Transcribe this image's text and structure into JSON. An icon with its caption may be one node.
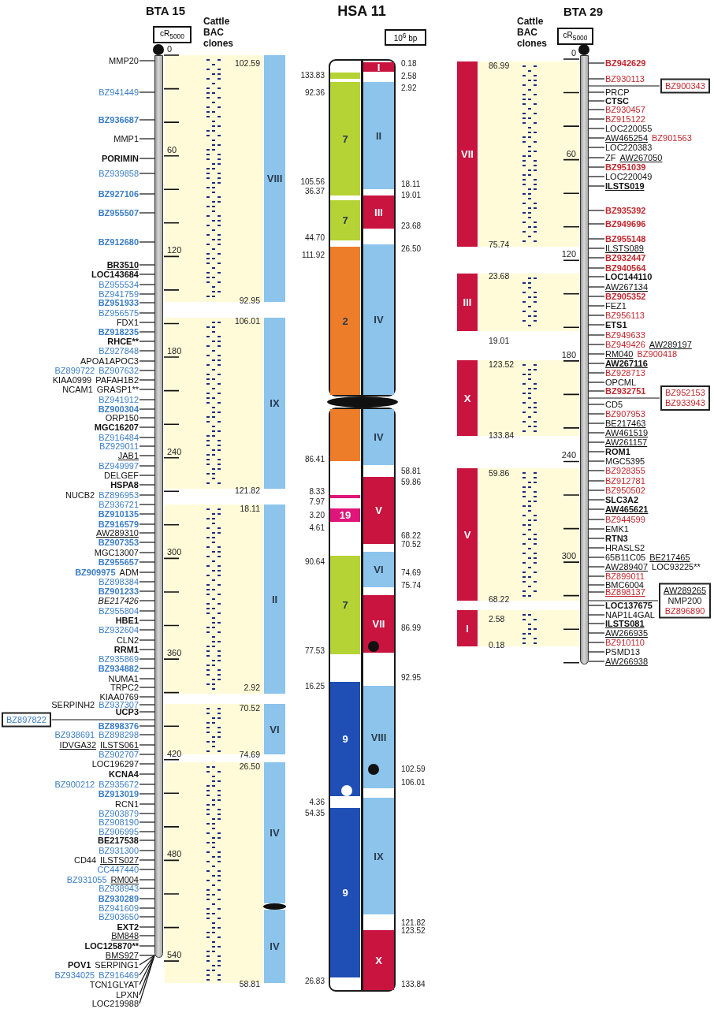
{
  "diagram": {
    "nodes": [
      {
        "text": [
          "cR$_{5000}$"
        ]
      },
      {
        "text": [],
        "shape": "bar"
      },
      {
        "text": [
          "MMP20"
        ]
      },
      {
        "text": [
          "BZ941449"
        ]
      },
      {
        "text": [
          "BZ936687"
        ]
      },
      {
        "text": [
          "MMP1"
        ]
      },
      {
        "text": [
          "PORIMIN"
        ]
      },
      {
        "text": [
          "BZ939858"
        ]
      },
      {
        "text": [
          "BZ927106"
        ]
      },
      {
        "text": [
          "BZ955507"
        ]
      },
      {
        "text": [
          "BZ912680"
        ]
      },
      {
        "text": [
          "BR3510"
        ]
      },
      {
        "text": [
          "LOC143684"
        ]
      },
      {
        "text": [
          "BZ955534"
        ]
      },
      {
        "text": [
          "BZ941759"
        ]
      },
      {
        "text": [
          "BZ951933"
        ]
      },
      {
        "text": [
          "BZ956575"
        ]
      },
      {
        "text": [
          "FDX1"
        ]
      },
      {
        "text": [
          "BZ918235"
        ]
      },
      {
        "text": [
          "RHCE**"
        ]
      },
      {
        "text": [
          "BZ927848"
        ]
      },
      {
        "text": [
          "APOA1APOC3"
        ]
      },
      {
        "text": [
          "BZ899722",
          "BZ907632"
        ]
      },
      {
        "text": [
          "KIAA0999",
          "PAFAH1B2"
        ]
      },
      {
        "text": [
          "NCAM1",
          "GRASP1**"
        ]
      },
      {
        "text": [
          "BZ941912"
        ]
      },
      {
        "text": [
          "BZ900304"
        ]
      },
      {
        "text": [
          "ORP150"
        ]
      },
      {
        "text": [
          "MGC16207"
        ]
      },
      {
        "text": [
          "BZ916484"
        ]
      },
      {
        "text": [
          "BZ929011"
        ]
      },
      {
        "text": [
          "JAB1"
        ]
      },
      {
        "text": [
          "BZ949997"
        ]
      },
      {
        "text": [
          "DELGEF"
        ]
      },
      {
        "text": [
          "HSPA8"
        ]
      },
      {
        "text": [
          "NUCB2",
          "BZ896953"
        ]
      },
      {
        "text": [
          "BZ936721"
        ]
      },
      {
        "text": [
          "BZ910135"
        ]
      },
      {
        "text": [
          "BZ916579"
        ]
      },
      {
        "text": [
          "AW289310"
        ]
      },
      {
        "text": [
          "BZ907353"
        ]
      },
      {
        "text": [
          "MGC13007"
        ]
      },
      {
        "text": [
          "BZ955657"
        ]
      },
      {
        "text": [
          "BZ909975",
          "ADM"
        ]
      },
      {
        "text": [
          "BZ898384"
        ]
      },
      {
        "text": [
          "BZ901233"
        ]
      },
      {
        "text": [
          "BE217426"
        ]
      },
      {
        "text": [
          "BZ955804"
        ]
      },
      {
        "text": [
          "HBE1"
        ]
      },
      {
        "text": [
          "BZ932604"
        ]
      },
      {
        "text": [
          "CLN2"
        ]
      },
      {
        "text": [
          "RRM1"
        ]
      },
      {
        "text": [
          "BZ935869"
        ]
      },
      {
        "text": [
          "BZ934882"
        ]
      },
      {
        "text": [
          "NUMA1"
        ]
      },
      {
        "text": [
          "TRPC2"
        ]
      },
      {
        "text": [
          "KIAA0769"
        ]
      },
      {
        "text": [
          "SERPINH2",
          "BZ937307"
        ]
      },
      {
        "text": [
          "UCP3"
        ]
      },
      {
        "text": [
          "BZ897822"
        ]
      },
      {
        "text": [
          "BZ898376"
        ]
      },
      {
        "text": [
          "BZ938691",
          "BZ898298"
        ]
      },
      {
        "text": [
          "IDVGA32",
          "ILSTS061"
        ]
      },
      {
        "text": [
          "BZ902707"
        ]
      },
      {
        "text": [
          "LOC196297"
        ]
      },
      {
        "text": [
          "KCNA4"
        ]
      },
      {
        "text": [
          "BZ900212",
          "BZ935672"
        ]
      },
      {
        "text": [
          "BZ913019"
        ]
      },
      {
        "text": [
          "RCN1"
        ]
      },
      {
        "text": [
          "BZ903879"
        ]
      },
      {
        "text": [
          "BZ908190"
        ]
      },
      {
        "text": [
          "BZ906995"
        ]
      },
      {
        "text": [
          "BE217538"
        ]
      },
      {
        "text": [
          "BZ931300"
        ]
      },
      {
        "text": [
          "CD44",
          "ILSTS027"
        ]
      },
      {
        "text": [
          "CC447440"
        ]
      },
      {
        "text": [
          "BZ931055",
          "RM004"
        ]
      },
      {
        "text": [
          "BZ938943"
        ]
      },
      {
        "text": [
          "BZ930289"
        ]
      },
      {
        "text": [
          "BZ941609"
        ]
      },
      {
        "text": [
          "BZ903650"
        ]
      },
      {
        "text": [
          "EXT2"
        ]
      },
      {
        "text": [
          "BM848"
        ]
      },
      {
        "text": [
          "LOC125870**"
        ]
      },
      {
        "text": [
          "BMS927"
        ]
      },
      {
        "text": [
          "POV1",
          "SERPING1"
        ]
      },
      {
        "text": [
          "BZ934025",
          "BZ916469"
        ]
      },
      {
        "text": [
          "TCN1GLYAT"
        ]
      },
      {
        "text": [
          "LPXN"
        ]
      },
      {
        "text": [
          "LOC219988"
        ]
      },
      {
        "text": [
          "VIII"
        ]
      },
      {
        "text": [
          "IX"
        ]
      },
      {
        "text": [
          "II"
        ]
      },
      {
        "text": [
          "VI"
        ]
      },
      {
        "text": [
          "IV"
        ]
      },
      {
        "text": [
          "IV"
        ]
      },
      {
        "text": [
          "10$^{6}$ bp"
        ]
      },
      {
        "text": [],
        "shape": "bar"
      },
      {
        "text": [],
        "shape": "bar"
      },
      {
        "text": [],
        "shape": "box",
        "in": 97
      },
      {
        "text": [
          "7"
        ],
        "in": 97
      },
      {
        "text": [
          "7"
        ],
        "in": 97
      },
      {
        "text": [
          "2"
        ],
        "in": 97
      },
      {
        "text": [
          "I"
        ],
        "in": 97
      },
      {
        "text": [
          "II"
        ],
        "in": 97
      },
      {
        "text": [
          "III"
        ],
        "in": 97
      },
      {
        "text": [
          "IV"
        ],
        "in": 97
      },
      {
        "text": [],
        "shape": "box",
        "in": 98
      },
      {
        "text": [],
        "shape": "box",
        "in": 98
      },
      {
        "text": [
          "19"
        ],
        "in": 98
      },
      {
        "text": [
          "7"
        ],
        "in": 98
      },
      {
        "text": [
          "9"
        ],
        "in": 98
      },
      {
        "text": [
          "9"
        ],
        "in": 98
      },
      {
        "text": [
          "IV"
        ],
        "in": 98
      },
      {
        "text": [
          "V"
        ],
        "in": 98
      },
      {
        "text": [
          "VI"
        ],
        "in": 98
      },
      {
        "text": [
          "VII"
        ],
        "in": 98
      },
      {
        "text": [
          "VIII"
        ],
        "in": 98
      },
      {
        "text": [
          "IX"
        ],
        "in": 98
      },
      {
        "text": [
          "X"
        ],
        "in": 98
      },
      {
        "text": [
          "cR$_{5000}$"
        ]
      },
      {
        "text": [],
        "shape": "bar"
      },
      {
        "text": [
          "VII"
        ]
      },
      {
        "text": [
          "III"
        ]
      },
      {
        "text": [
          "X"
        ]
      },
      {
        "text": [
          "V"
        ]
      },
      {
        "text": [
          "I"
        ]
      },
      {
        "text": [
          "BZ942629"
        ]
      },
      {
        "text": [
          "BZ930113"
        ]
      },
      {
        "text": [
          "BZ900343"
        ]
      },
      {
        "text": [
          "PRCP"
        ]
      },
      {
        "text": [
          "CTSC"
        ]
      },
      {
        "text": [
          "BZ930457"
        ]
      },
      {
        "text": [
          "BZ915122"
        ]
      },
      {
        "text": [
          "LOC220055"
        ]
      },
      {
        "text": [
          "AW465254",
          "BZ901563"
        ]
      },
      {
        "text": [
          "LOC220383"
        ]
      },
      {
        "text": [
          "ZF",
          "AW267050"
        ]
      },
      {
        "text": [
          "BZ951039"
        ]
      },
      {
        "text": [
          "LOC220049"
        ]
      },
      {
        "text": [
          "ILSTS019"
        ]
      },
      {
        "text": [
          "BZ935392"
        ]
      },
      {
        "text": [
          "BZ949696"
        ]
      },
      {
        "text": [
          "BZ955148"
        ]
      },
      {
        "text": [
          "ILSTS089"
        ]
      },
      {
        "text": [
          "BZ932447"
        ]
      },
      {
        "text": [
          "BZ940564"
        ]
      },
      {
        "text": [
          "LOC144110"
        ]
      },
      {
        "text": [
          "AW267134"
        ]
      },
      {
        "text": [
          "BZ905352"
        ]
      },
      {
        "text": [
          "FEZ1"
        ]
      },
      {
        "text": [
          "BZ956113"
        ]
      },
      {
        "text": [
          "ETS1"
        ]
      },
      {
        "text": [
          "BZ949633"
        ]
      },
      {
        "text": [
          "BZ949426",
          "AW289197"
        ]
      },
      {
        "text": [
          "RM040",
          "BZ900418"
        ]
      },
      {
        "text": [
          "AW267116"
        ]
      },
      {
        "text": [
          "BZ928713"
        ]
      },
      {
        "text": [
          "OPCML"
        ]
      },
      {
        "text": [
          "BZ932751"
        ]
      },
      {
        "text": [
          "BZ952153",
          "BZ933943"
        ]
      },
      {
        "text": [
          "CD5"
        ]
      },
      {
        "text": [
          "BZ907953"
        ]
      },
      {
        "text": [
          "BE217463"
        ]
      },
      {
        "text": [
          "AW461519"
        ]
      },
      {
        "text": [
          "AW261157"
        ]
      },
      {
        "text": [
          "ROM1"
        ]
      },
      {
        "text": [
          "MGC5395"
        ]
      },
      {
        "text": [
          "BZ928355"
        ]
      },
      {
        "text": [
          "BZ912781"
        ]
      },
      {
        "text": [
          "BZ950502"
        ]
      },
      {
        "text": [
          "SLC3A2"
        ]
      },
      {
        "text": [
          "AW465621"
        ]
      },
      {
        "text": [
          "BZ944599"
        ]
      },
      {
        "text": [
          "EMK1"
        ]
      },
      {
        "text": [
          "RTN3"
        ]
      },
      {
        "text": [
          "HRASLS2"
        ]
      },
      {
        "text": [
          "65B11C05",
          "BE217465"
        ]
      },
      {
        "text": [
          "AW289407",
          "LOC93225**"
        ]
      },
      {
        "text": [
          "BZ899011"
        ]
      },
      {
        "text": [
          "BMC6004"
        ]
      },
      {
        "text": [
          "BZ898137"
        ]
      },
      {
        "text": [
          "AW289265",
          "NMP200",
          "BZ896890"
        ]
      },
      {
        "text": [
          "LOC137675"
        ]
      },
      {
        "text": [
          "NAP1L4GAL"
        ]
      },
      {
        "text": [
          "ILSTS081"
        ]
      },
      {
        "text": [
          "AW266935"
        ]
      },
      {
        "text": [
          "BZ910110"
        ]
      },
      {
        "text": [
          "PSMD13"
        ]
      },
      {
        "text": [
          "AW266938"
        ]
      },
      {
        "text": [],
        "shape": "oval"
      },
      {
        "text": [],
        "shape": "oval"
      },
      {
        "text": [],
        "shape": "circle"
      },
      {
        "text": [],
        "shape": "circle"
      },
      {
        "text": [],
        "shape": "circle",
        "in": 116
      },
      {
        "text": [],
        "shape": "circle",
        "in": 117
      },
      {
        "text": [],
        "shape": "circle",
        "in": 111
      }
    ],
    "edges": [
      {
        "from": 2,
        "to": 1,
        "arrow": "none"
      },
      {
        "from": 3,
        "to": 1,
        "arrow": "none"
      },
      {
        "from": 4,
        "to": 1,
        "arrow": "none"
      },
      {
        "from": 5,
        "to": 1,
        "arrow": "none"
      },
      {
        "from": 6,
        "to": 1,
        "arrow": "none"
      },
      {
        "from": 7,
        "to": 1,
        "arrow": "none"
      },
      {
        "from": 8,
        "to": 1,
        "arrow": "none"
      },
      {
        "from": 9,
        "to": 1,
        "arrow": "none"
      },
      {
        "from": 10,
        "to": 1,
        "arrow": "none"
      },
      {
        "from": 11,
        "to": 1,
        "arrow": "none"
      },
      {
        "from": 12,
        "to": 1,
        "arrow": "none"
      },
      {
        "from": 13,
        "to": 1,
        "arrow": "none"
      },
      {
        "from": 14,
        "to": 1,
        "arrow": "none"
      },
      {
        "from": 15,
        "to": 1,
        "arrow": "none"
      },
      {
        "from": 16,
        "to": 1,
        "arrow": "none"
      },
      {
        "from": 17,
        "to": 1,
        "arrow": "none"
      },
      {
        "from": 18,
        "to": 1,
        "arrow": "none"
      },
      {
        "from": 19,
        "to": 1,
        "arrow": "none"
      },
      {
        "from": 20,
        "to": 1,
        "arrow": "none"
      },
      {
        "from": 21,
        "to": 1,
        "arrow": "none"
      },
      {
        "from": 22,
        "to": 1,
        "arrow": "none"
      },
      {
        "from": 23,
        "to": 1,
        "arrow": "none"
      },
      {
        "from": 24,
        "to": 1,
        "arrow": "none"
      },
      {
        "from": 25,
        "to": 1,
        "arrow": "none"
      },
      {
        "from": 26,
        "to": 1,
        "arrow": "none"
      },
      {
        "from": 27,
        "to": 1,
        "arrow": "none"
      },
      {
        "from": 28,
        "to": 1,
        "arrow": "none"
      },
      {
        "from": 29,
        "to": 1,
        "arrow": "none"
      },
      {
        "from": 30,
        "to": 1,
        "arrow": "none"
      },
      {
        "from": 31,
        "to": 1,
        "arrow": "none"
      },
      {
        "from": 32,
        "to": 1,
        "arrow": "none"
      },
      {
        "from": 33,
        "to": 1,
        "arrow": "none"
      },
      {
        "from": 34,
        "to": 1,
        "arrow": "none"
      },
      {
        "from": 35,
        "to": 1,
        "arrow": "none"
      },
      {
        "from": 36,
        "to": 1,
        "arrow": "none"
      },
      {
        "from": 37,
        "to": 1,
        "arrow": "none"
      },
      {
        "from": 38,
        "to": 1,
        "arrow": "none"
      },
      {
        "from": 39,
        "to": 1,
        "arrow": "none"
      },
      {
        "from": 40,
        "to": 1,
        "arrow": "none"
      },
      {
        "from": 41,
        "to": 1,
        "arrow": "none"
      },
      {
        "from": 42,
        "to": 1,
        "arrow": "none"
      },
      {
        "from": 43,
        "to": 1,
        "arrow": "none"
      },
      {
        "from": 44,
        "to": 1,
        "arrow": "none"
      },
      {
        "from": 45,
        "to": 1,
        "arrow": "none"
      },
      {
        "from": 46,
        "to": 1,
        "arrow": "none"
      },
      {
        "from": 47,
        "to": 1,
        "arrow": "none"
      },
      {
        "from": 48,
        "to": 1,
        "arrow": "none"
      },
      {
        "from": 49,
        "to": 1,
        "arrow": "none"
      },
      {
        "from": 50,
        "to": 1,
        "arrow": "none"
      },
      {
        "from": 51,
        "to": 1,
        "arrow": "none"
      },
      {
        "from": 52,
        "to": 1,
        "arrow": "none"
      },
      {
        "from": 53,
        "to": 1,
        "arrow": "none"
      },
      {
        "from": 54,
        "to": 1,
        "arrow": "none"
      },
      {
        "from": 55,
        "to": 1,
        "arrow": "none"
      },
      {
        "from": 56,
        "to": 1,
        "arrow": "none"
      },
      {
        "from": 57,
        "to": 1,
        "arrow": "none"
      },
      {
        "from": 58,
        "to": 1,
        "arrow": "none"
      },
      {
        "from": 59,
        "to": 1,
        "arrow": "none"
      },
      {
        "from": 60,
        "to": 1,
        "arrow": "none"
      },
      {
        "from": 61,
        "to": 1,
        "arrow": "none"
      },
      {
        "from": 62,
        "to": 1,
        "arrow": "none"
      },
      {
        "from": 63,
        "to": 1,
        "arrow": "none"
      },
      {
        "from": 64,
        "to": 1,
        "arrow": "none"
      },
      {
        "from": 65,
        "to": 1,
        "arrow": "none"
      },
      {
        "from": 66,
        "to": 1,
        "arrow": "none"
      },
      {
        "from": 67,
        "to": 1,
        "arrow": "none"
      },
      {
        "from": 68,
        "to": 1,
        "arrow": "none"
      },
      {
        "from": 69,
        "to": 1,
        "arrow": "none"
      },
      {
        "from": 70,
        "to": 1,
        "arrow": "none"
      },
      {
        "from": 71,
        "to": 1,
        "arrow": "none"
      },
      {
        "from": 72,
        "to": 1,
        "arrow": "none"
      },
      {
        "from": 73,
        "to": 1,
        "arrow": "none"
      },
      {
        "from": 74,
        "to": 1,
        "arrow": "none"
      },
      {
        "from": 75,
        "to": 1,
        "arrow": "none"
      },
      {
        "from": 76,
        "to": 1,
        "arrow": "none"
      },
      {
        "from": 77,
        "to": 1,
        "arrow": "none"
      },
      {
        "from": 78,
        "to": 1,
        "arrow": "none"
      },
      {
        "from": 79,
        "to": 1,
        "arrow": "none"
      },
      {
        "from": 80,
        "to": 1,
        "arrow": "none"
      },
      {
        "from": 81,
        "to": 1,
        "arrow": "none"
      },
      {
        "from": 82,
        "to": 1,
        "arrow": "none"
      },
      {
        "from": 83,
        "to": 1,
        "arrow": "none"
      },
      {
        "from": 84,
        "to": 1,
        "arrow": "none"
      },
      {
        "from": 85,
        "to": 1,
        "arrow": "none"
      },
      {
        "from": 86,
        "to": 1,
        "arrow": "none"
      },
      {
        "from": 87,
        "to": 1,
        "arrow": "none"
      },
      {
        "from": 88,
        "to": 1,
        "arrow": "none"
      },
      {
        "from": 89,
        "to": 1,
        "arrow": "none"
      },
      {
        "from": 127,
        "to": 121,
        "arrow": "none"
      },
      {
        "from": 128,
        "to": 121,
        "arrow": "none"
      },
      {
        "from": 129,
        "to": 121,
        "arrow": "none"
      },
      {
        "from": 130,
        "to": 121,
        "arrow": "none"
      },
      {
        "from": 131,
        "to": 121,
        "arrow": "none"
      },
      {
        "from": 132,
        "to": 121,
        "arrow": "none"
      },
      {
        "from": 133,
        "to": 121,
        "arrow": "none"
      },
      {
        "from": 134,
        "to": 121,
        "arrow": "none"
      },
      {
        "from": 135,
        "to": 121,
        "arrow": "none"
      },
      {
        "from": 136,
        "to": 121,
        "arrow": "none"
      },
      {
        "from": 137,
        "to": 121,
        "arrow": "none"
      },
      {
        "from": 138,
        "to": 121,
        "arrow": "none"
      },
      {
        "from": 139,
        "to": 121,
        "arrow": "none"
      },
      {
        "from": 140,
        "to": 121,
        "arrow": "none"
      },
      {
        "from": 141,
        "to": 121,
        "arrow": "none"
      },
      {
        "from": 142,
        "to": 121,
        "arrow": "none"
      },
      {
        "from": 143,
        "to": 121,
        "arrow": "none"
      },
      {
        "from": 144,
        "to": 121,
        "arrow": "none"
      },
      {
        "from": 145,
        "to": 121,
        "arrow": "none"
      },
      {
        "from": 146,
        "to": 121,
        "arrow": "none"
      },
      {
        "from": 147,
        "to": 121,
        "arrow": "none"
      },
      {
        "from": 148,
        "to": 121,
        "arrow": "none"
      },
      {
        "from": 149,
        "to": 121,
        "arrow": "none"
      },
      {
        "from": 150,
        "to": 121,
        "arrow": "none"
      },
      {
        "from": 151,
        "to": 121,
        "arrow": "none"
      },
      {
        "from": 152,
        "to": 121,
        "arrow": "none"
      },
      {
        "from": 153,
        "to": 121,
        "arrow": "none"
      },
      {
        "from": 154,
        "to": 121,
        "arrow": "none"
      },
      {
        "from": 155,
        "to": 121,
        "arrow": "none"
      },
      {
        "from": 156,
        "to": 121,
        "arrow": "none"
      },
      {
        "from": 157,
        "to": 121,
        "arrow": "none"
      },
      {
        "from": 158,
        "to": 121,
        "arrow": "none"
      },
      {
        "from": 159,
        "to": 121,
        "arrow": "none"
      },
      {
        "from": 160,
        "to": 121,
        "arrow": "none"
      },
      {
        "from": 161,
        "to": 121,
        "arrow": "none"
      },
      {
        "from": 162,
        "to": 121,
        "arrow": "none"
      },
      {
        "from": 163,
        "to": 121,
        "arrow": "none"
      },
      {
        "from": 164,
        "to": 121,
        "arrow": "none"
      },
      {
        "from": 165,
        "to": 121,
        "arrow": "none"
      },
      {
        "from": 166,
        "to": 121,
        "arrow": "none"
      },
      {
        "from": 167,
        "to": 121,
        "arrow": "none"
      },
      {
        "from": 168,
        "to": 121,
        "arrow": "none"
      },
      {
        "from": 169,
        "to": 121,
        "arrow": "none"
      },
      {
        "from": 170,
        "to": 121,
        "arrow": "none"
      },
      {
        "from": 171,
        "to": 121,
        "arrow": "none"
      },
      {
        "from": 172,
        "to": 121,
        "arrow": "none"
      },
      {
        "from": 173,
        "to": 121,
        "arrow": "none"
      },
      {
        "from": 174,
        "to": 121,
        "arrow": "none"
      },
      {
        "from": 175,
        "to": 121,
        "arrow": "none"
      },
      {
        "from": 176,
        "to": 121,
        "arrow": "none"
      },
      {
        "from": 177,
        "to": 121,
        "arrow": "none"
      },
      {
        "from": 178,
        "to": 121,
        "arrow": "none"
      },
      {
        "from": 179,
        "to": 121,
        "arrow": "none"
      },
      {
        "from": 180,
        "to": 121,
        "arrow": "none"
      },
      {
        "from": 181,
        "to": 121,
        "arrow": "none"
      },
      {
        "from": 182,
        "to": 121,
        "arrow": "none"
      },
      {
        "from": 183,
        "to": 121,
        "arrow": "none"
      },
      {
        "from": 184,
        "to": 121,
        "arrow": "none"
      },
      {
        "from": 185,
        "to": 121,
        "arrow": "none"
      },
      {
        "from": 186,
        "to": 121,
        "arrow": "none"
      },
      {
        "from": 187,
        "to": 121,
        "arrow": "none"
      },
      {
        "from": 188,
        "to": 121,
        "arrow": "none"
      },
      {
        "from": 189,
        "to": 121,
        "arrow": "none"
      }
    ],
    "labels": [
      "BTA 15",
      "Cattle BAC clones",
      "HSA 11",
      "BTA 29",
      "Cattle BAC clones",
      "0",
      "60",
      "120",
      "180",
      "240",
      "300",
      "360",
      "420",
      "480",
      "540",
      "102.59",
      "92.95",
      "106.01",
      "121.82",
      "18.11",
      "2.92",
      "70.52",
      "74.69",
      "26.50",
      "58.81",
      "133.83",
      "92.36",
      "105.56",
      "36.37",
      "44.70",
      "111.92",
      "86.41",
      "8.33",
      "7.97",
      "3.20",
      "4.61",
      "90.64",
      "77.53",
      "16.25",
      "4.36",
      "54.35",
      "26.83",
      "0.18",
      "2.58",
      "2.92",
      "18.11",
      "19.01",
      "23.68",
      "26.50",
      "58.81",
      "59.86",
      "68.22",
      "70.52",
      "74.69",
      "75.74",
      "86.99",
      "92.95",
      "102.59",
      "106.01",
      "121.82",
      "123.52",
      "133.84",
      "0",
      "60",
      "120",
      "180",
      "240",
      "300",
      "86.99",
      "75.74",
      "23.68",
      "19.01",
      "123.52",
      "133.84",
      "59.86",
      "68.22",
      "2.58",
      "0.18"
    ]
  }
}
